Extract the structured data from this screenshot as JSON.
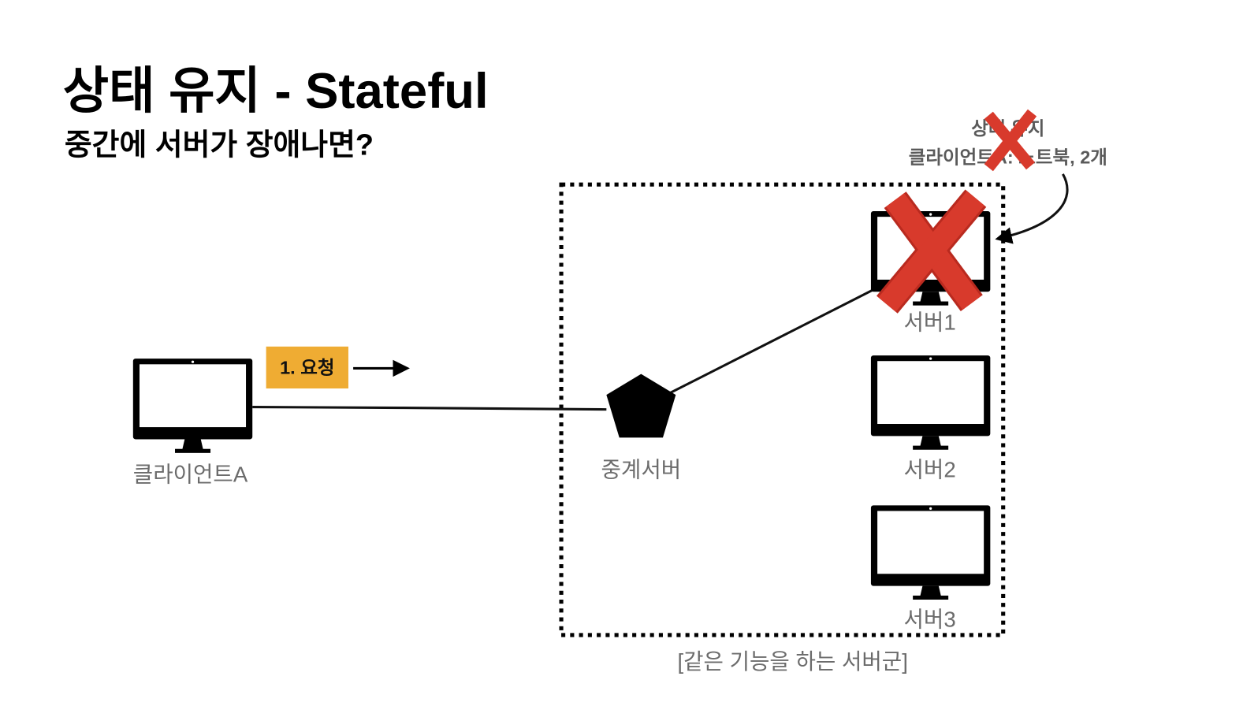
{
  "slide": {
    "title": "상태 유지 - Stateful",
    "subtitle": "중간에 서버가 장애나면?"
  },
  "client": {
    "label": "클라이언트A",
    "icon": "monitor-icon"
  },
  "request": {
    "label": "1. 요청",
    "color": "#EFAC33"
  },
  "proxy": {
    "label": "중계서버",
    "icon": "pentagon-icon"
  },
  "servers": [
    {
      "label": "서버1",
      "icon": "monitor-icon",
      "failed": true
    },
    {
      "label": "서버2",
      "icon": "monitor-icon",
      "failed": false
    },
    {
      "label": "서버3",
      "icon": "monitor-icon",
      "failed": false
    }
  ],
  "server_group": {
    "caption": "[같은 기능을 하는 서버군]"
  },
  "state_note": {
    "line1": "상태 유지",
    "line2": "클라이언트A: 노트북, 2개",
    "failed": true
  },
  "colors": {
    "failure_mark": "#D83A2C",
    "text_gray": "#6b6b6b",
    "request_box": "#EFAC33"
  }
}
